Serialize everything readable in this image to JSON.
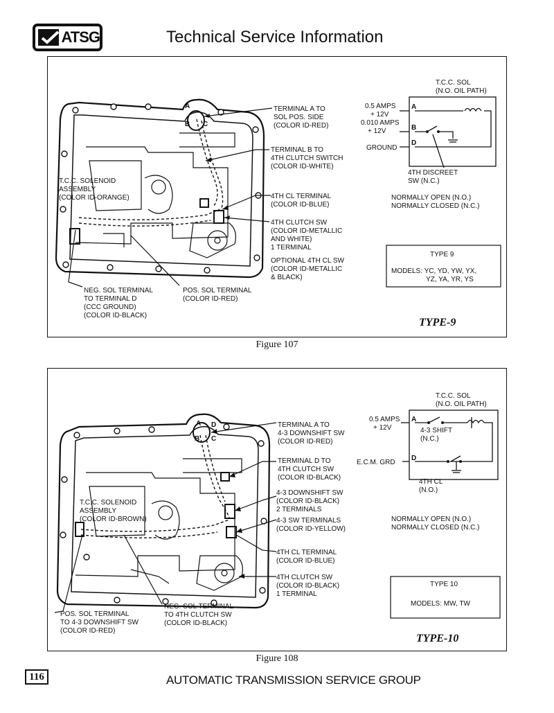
{
  "header": {
    "logo_text": "ATSG",
    "title": "Technical Service Information"
  },
  "figure107": {
    "caption": "Figure 107",
    "type_tag": "TYPE-9",
    "labels": {
      "term_a": [
        "TERMINAL A TO",
        "SOL POS. SIDE",
        "(COLOR ID-RED)"
      ],
      "term_b": [
        "TERMINAL B TO",
        "4TH CLUTCH SWITCH",
        "(COLOR ID-WHITE)"
      ],
      "tcc": [
        "T.C.C. SOLENOID",
        "ASSEMBLY",
        "(COLOR ID-ORANGE)"
      ],
      "cl_term": [
        "4TH CL TERMINAL",
        "(COLOR ID-BLUE)"
      ],
      "clutch_sw": [
        "4TH CLUTCH SW",
        "(COLOR ID-METALLIC",
        "AND WHITE)",
        "1 TERMINAL"
      ],
      "optional": [
        "OPTIONAL 4TH CL SW",
        "(COLOR ID-METALLIC",
        "& BLACK)"
      ],
      "neg": [
        "NEG. SOL TERMINAL",
        "TO TERMINAL D",
        "(CCC GROUND)",
        "(COLOR ID-BLACK)"
      ],
      "pos": [
        "POS. SOL TERMINAL",
        "(COLOR ID-RED)"
      ],
      "pin_a": "A",
      "pin_b": "B",
      "pin_c": "C"
    },
    "schematic": {
      "sol": [
        "T.C.C. SOL",
        "(N.O. OIL PATH)"
      ],
      "a": [
        "0.5 AMPS",
        "+ 12V"
      ],
      "b": [
        "0.010 AMPS",
        "+ 12V"
      ],
      "ground": "GROUND",
      "sw": [
        "4TH DISCREET",
        "SW (N.C.)"
      ],
      "pin_a": "A",
      "pin_b": "B",
      "pin_d": "D",
      "no": "NORMALLY OPEN (N.O.)",
      "nc": "NORMALLY CLOSED (N.C.)"
    },
    "typebox": {
      "type": "TYPE 9",
      "models": [
        "MODELS: YC, YD, YW, YX,",
        "YZ, YA, YR, YS"
      ]
    }
  },
  "figure108": {
    "caption": "Figure 108",
    "type_tag": "TYPE-10",
    "labels": {
      "term_a": [
        "TERMINAL A TO",
        "4-3 DOWNSHIFT SW",
        "(COLOR ID-RED)"
      ],
      "term_d": [
        "TERMINAL D TO",
        "4TH CLUTCH SW",
        "(COLOR ID-BLACK)"
      ],
      "tcc": [
        "T.C.C. SOLENOID",
        "ASSEMBLY",
        "(COLOR ID-BROWN)"
      ],
      "downshift": [
        "4-3 DOWNSHIFT SW",
        "(COLOR ID-BLACK)",
        "2 TERMINALS"
      ],
      "sw_terms": [
        "4-3 SW TERMINALS",
        "(COLOR ID-YELLOW)"
      ],
      "cl_term": [
        "4TH CL TERMINAL",
        "(COLOR ID-BLUE)"
      ],
      "clutch_sw": [
        "4TH CLUTCH SW",
        "(COLOR ID-BLACK)",
        "1 TERMINAL"
      ],
      "neg": [
        "NEG. SOL TERMINAL",
        "TO 4TH CLUTCH SW",
        "(COLOR ID-BLACK)"
      ],
      "pos": [
        "POS. SOL TERMINAL",
        "TO 4-3 DOWNSHIFT SW",
        "(COLOR ID-RED)"
      ],
      "pin_a": "A",
      "pin_b": "B",
      "pin_c": "C",
      "pin_d": "D"
    },
    "schematic": {
      "sol": [
        "T.C.C. SOL",
        "(N.O. OIL PATH)"
      ],
      "a": [
        "0.5 AMPS",
        "+ 12V"
      ],
      "shift": [
        "4-3 SHIFT",
        "(N.C.)"
      ],
      "ecm": "E.C.M. GRD",
      "cl": [
        "4TH CL",
        "(N.O.)"
      ],
      "pin_a": "A",
      "pin_d": "D",
      "no": "NORMALLY OPEN (N.O.)",
      "nc": "NORMALLY CLOSED (N.C.)"
    },
    "typebox": {
      "type": "TYPE 10",
      "models": [
        "MODELS: MW, TW"
      ]
    }
  },
  "footer": {
    "page_number": "116",
    "org": "AUTOMATIC TRANSMISSION SERVICE GROUP"
  }
}
